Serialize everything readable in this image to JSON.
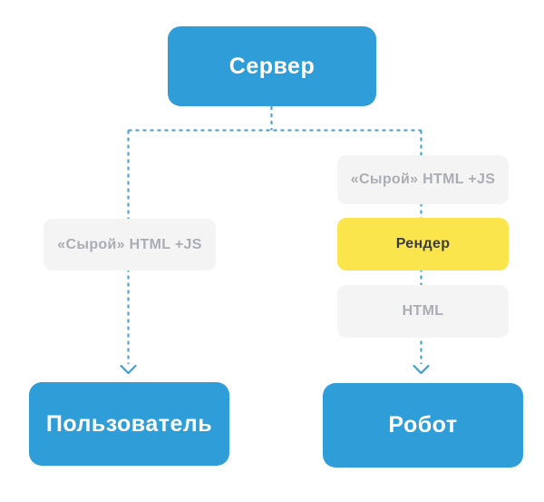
{
  "colors": {
    "blue": "#2F9ED8",
    "yellow": "#FAE64C",
    "gray_box": "#F4F4F4",
    "gray_text": "#ABADB2",
    "dark_text": "#3C3C3C",
    "connector": "#3E9ECF",
    "white_text": "#FFFFFF",
    "page_bg": "#FFFFFF"
  },
  "diagram": {
    "nodes": {
      "server": {
        "label": "Сервер"
      },
      "raw_html_left": {
        "label": "«Сырой» HTML +JS"
      },
      "raw_html_right": {
        "label": "«Сырой» HTML +JS"
      },
      "render": {
        "label": "Рендер"
      },
      "html": {
        "label": "HTML"
      },
      "user": {
        "label": "Пользователь"
      },
      "robot": {
        "label": "Робот"
      }
    },
    "edges": [
      {
        "from": "Сервер",
        "to": "Пользователь",
        "via": [
          "«Сырой» HTML +JS"
        ],
        "style": "dashed-arrow"
      },
      {
        "from": "Сервер",
        "to": "Робот",
        "via": [
          "«Сырой» HTML +JS",
          "Рендер",
          "HTML"
        ],
        "style": "dashed-arrow"
      }
    ]
  }
}
